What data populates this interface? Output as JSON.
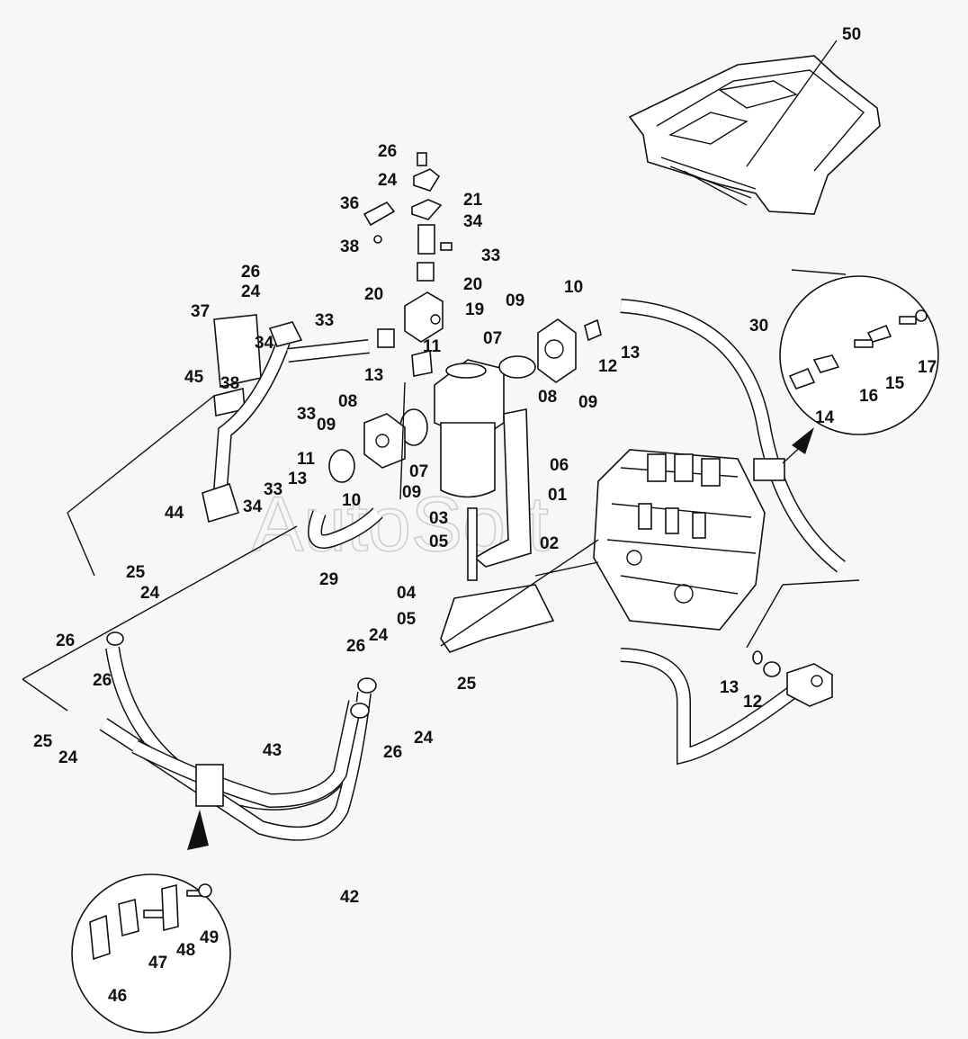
{
  "watermark": "AutoSoft",
  "labels": {
    "l50": "50",
    "l26a": "26",
    "l24a": "24",
    "l21": "21",
    "l36": "36",
    "l34a": "34",
    "l38a": "38",
    "l33a": "33",
    "l20a": "20",
    "l26b": "26",
    "l24b": "24",
    "l37": "37",
    "l33b": "33",
    "l20b": "20",
    "l19": "19",
    "l09a": "09",
    "l10a": "10",
    "l07a": "07",
    "l12a": "12",
    "l13a": "13",
    "l30": "30",
    "l11a": "11",
    "l34b": "34",
    "l45": "45",
    "l38b": "38",
    "l13b": "13",
    "l08a": "08",
    "l09b": "09",
    "l08b": "08",
    "l09c": "09",
    "l33c": "33",
    "l06": "06",
    "l17": "17",
    "l15": "15",
    "l16": "16",
    "l14": "14",
    "l11b": "11",
    "l07b": "07",
    "l13c": "13",
    "l33d": "33",
    "l34c": "34",
    "l10b": "10",
    "l09d": "09",
    "l01": "01",
    "l44": "44",
    "l03": "03",
    "l05a": "05",
    "l29": "29",
    "l02": "02",
    "l25a": "25",
    "l24c": "24",
    "l04": "04",
    "l26c": "26",
    "l05b": "05",
    "l24d": "24",
    "l26d": "26",
    "l26e": "26",
    "l25b": "25",
    "l13d": "13",
    "l12b": "12",
    "l25c": "25",
    "l24e": "24",
    "l24f": "24",
    "l26f": "26",
    "l43": "43",
    "l42": "42",
    "l49": "49",
    "l48": "48",
    "l47": "47",
    "l46": "46"
  }
}
